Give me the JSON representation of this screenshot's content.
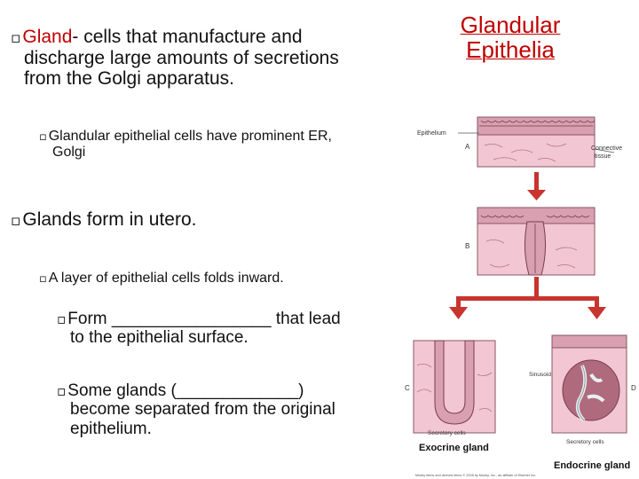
{
  "slide": {
    "title_line1": "Glandular",
    "title_line2": "Epithelia",
    "bullets": [
      {
        "term": "Gland",
        "line1": "- cells that manufacture and",
        "line2": "discharge large amounts of secretions",
        "line3": "from the Golgi apparatus."
      },
      {
        "line1": "Glandular epithelial cells have prominent ER,",
        "line2": "Golgi"
      },
      {
        "line1": "Glands form in utero."
      },
      {
        "line1": "A layer of epithelial cells folds inward."
      },
      {
        "line1": "Form _________________ that lead",
        "line2": "to the epithelial surface."
      },
      {
        "line1": "Some glands (_____________)",
        "line2": "become separated from the original",
        "line3": "epithelium."
      }
    ]
  },
  "figure": {
    "label_epithelium": "Epithelium",
    "label_connective_1": "Connective",
    "label_connective_2": "tissue",
    "label_a": "A",
    "label_b": "B",
    "label_c": "C",
    "label_d": "D",
    "label_secretory_left": "Secretory cells",
    "label_sinusoid": "Sinusoid",
    "label_secretory_right": "Secretory cells",
    "label_exocrine": "Exocrine gland",
    "label_endocrine": "Endocrine gland",
    "credit": "Mosby items and derived items © 2008 by Mosby, Inc., an affiliate of Elsevier Inc."
  },
  "colors": {
    "accent": "#c00000",
    "arrow": "#c8342e",
    "tissue": "#f2c6d2",
    "cells": "#d8a0b0"
  }
}
